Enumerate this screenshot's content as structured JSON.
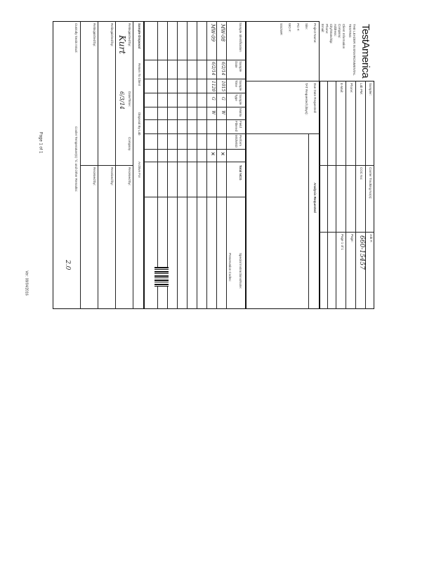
{
  "header": {
    "brand": "TestAmerica",
    "tagline": "THE LEADER IN ENVIRONMENTAL TESTING",
    "client_lines": [
      "Client Information",
      "Company:",
      "Address:",
      "City/State/Zip:",
      "Phone:",
      "Email:"
    ]
  },
  "info_table": {
    "labels": [
      "Sampler:",
      "Lab PM:",
      "Carrier Tracking No(s):",
      "COC No:",
      "Phone:",
      "E-Mail:",
      "Page:",
      "Job #:"
    ],
    "page_value": "Page 1 of 1"
  },
  "project": {
    "labels": [
      "Project Name:",
      "Site:",
      "PO #:",
      "WO #:",
      "SSOW#:",
      "Due Date Requested:",
      "TAT Requested (days):"
    ],
    "analysis_header": "Analysis Requested"
  },
  "sample_table": {
    "headers": [
      "Sample Identification",
      "Sample Date",
      "Sample Time",
      "Sample Type",
      "Matrix",
      "Field Filtered",
      "Perform MS/MSD"
    ],
    "rows": [
      {
        "id": "MW-08",
        "date": "6/2/14",
        "time": "1015",
        "type": "G",
        "matrix": "W"
      },
      {
        "id": "MW-09",
        "date": "6/2/14",
        "time": "1120",
        "type": "G",
        "matrix": "W"
      }
    ],
    "total_label": "Total NCG",
    "special_label": "Special Instructions/Note:",
    "preservation_label": "Preservation Codes:"
  },
  "disposal": {
    "title": "Sample Disposal",
    "options": [
      "Return To Client",
      "Disposal By Lab",
      "Archive For"
    ]
  },
  "custody": {
    "labels": [
      "Relinquished by:",
      "Relinquished by:",
      "Relinquished by:",
      "Received by:",
      "Received by:",
      "Received by:"
    ],
    "date_label": "Date/Time:",
    "company_label": "Company",
    "cooler_label": "Cooler Temperature(s) °C and Other Remarks:",
    "custody_seals": "Custody Seals Intact:"
  },
  "handwriting": {
    "job_number": "660-15457",
    "signature": "Kurt",
    "cooler_temp": "2.0",
    "date_note": "6/3/14"
  },
  "footer": {
    "form_ref": "Ver: 08/04/2016",
    "page_mark": "Page 1 of 1"
  }
}
